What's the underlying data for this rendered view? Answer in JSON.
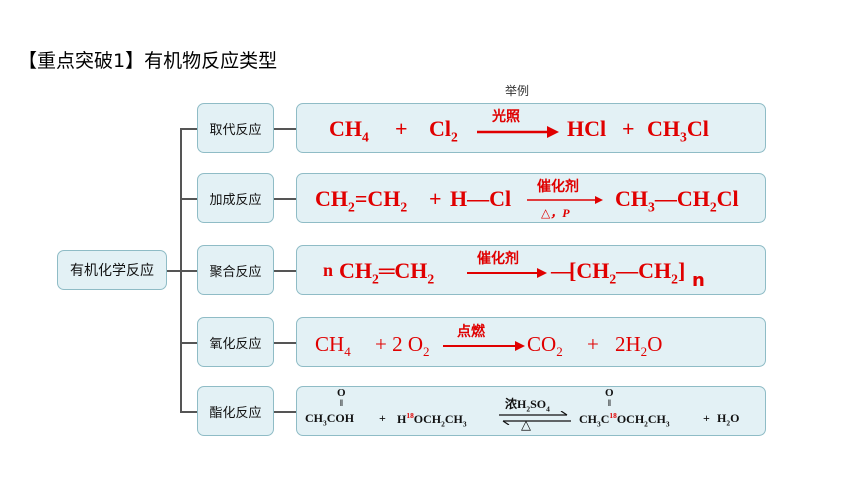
{
  "title": "【重点突破1】有机物反应类型",
  "example_label": "举例",
  "root_label": "有机化学反应",
  "reactions": [
    {
      "type": "取代反应",
      "reactant1": "CH",
      "r1_sub": "4",
      "plus1": "+",
      "reactant2": "Cl",
      "r2_sub": "2",
      "condition": "光照",
      "product1": "HCl",
      "plus2": "+",
      "product2_a": "CH",
      "product2_sub": "3",
      "product2_b": "Cl"
    },
    {
      "type": "加成反应",
      "r_a": "CH",
      "r_a_sub": "2",
      "r_b": "=CH",
      "r_b_sub": "2",
      "plus": "+",
      "r_c": "H—Cl",
      "catalyst": "催化剂",
      "cond_below": "△，P",
      "p_a": "CH",
      "p_a_sub": "3",
      "p_b": "—CH",
      "p_b_sub": "2",
      "p_c": "Cl"
    },
    {
      "type": "聚合反应",
      "coef": "n",
      "r_a": "CH",
      "r_a_sub": "2",
      "r_b": "═CH",
      "r_b_sub": "2",
      "catalyst": "催化剂",
      "p_a": "[CH",
      "p_a_sub": "2",
      "p_b": "—CH",
      "p_b_sub": "2",
      "p_c": "]",
      "p_n": "n"
    },
    {
      "type": "氧化反应",
      "r_a": "CH",
      "r_a_sub": "4",
      "plus": "+ 2 O",
      "r_b_sub": "2",
      "condition": "点燃",
      "p_a": "CO",
      "p_a_sub": "2",
      "plus2": "+",
      "p_b": "2H",
      "p_b_sub": "2",
      "p_c": "O"
    },
    {
      "type": "酯化反应",
      "acid_o": "O",
      "acid_a": "CH",
      "acid_sub": "3",
      "acid_b": "COH",
      "plus1": "+",
      "alc_a": "H",
      "alc_sup": "18",
      "alc_b": "OCH",
      "alc_sub1": "2",
      "alc_c": "CH",
      "alc_sub2": "3",
      "cat_top_a": "浓H",
      "cat_top_sub1": "2",
      "cat_top_b": "SO",
      "cat_top_sub2": "4",
      "cat_bottom": "△",
      "ester_o": "O",
      "ester_a": "CH",
      "ester_sub": "3",
      "ester_b": "C",
      "ester_sup": "18",
      "ester_c": "OCH",
      "ester_sub2": "2",
      "ester_d": "CH",
      "ester_sub3": "3",
      "plus2": "+",
      "water_a": "H",
      "water_sub": "2",
      "water_b": "O"
    }
  ]
}
